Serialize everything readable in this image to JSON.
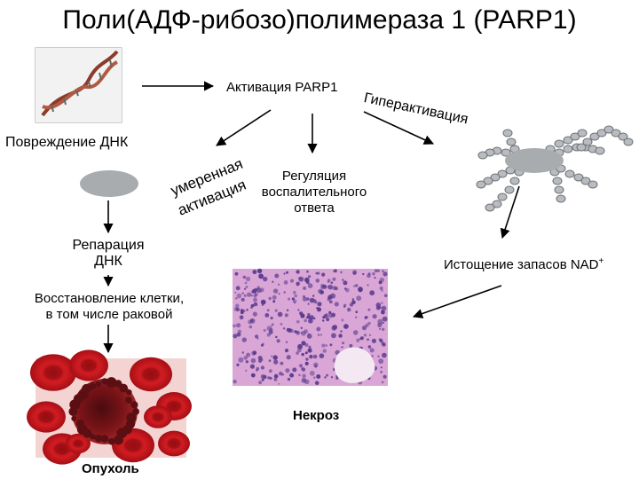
{
  "title": "Поли(АДФ-рибозо)полимераза 1 (PARP1)",
  "labels": {
    "activation": "Активация PARP1",
    "hyperactivation": "Гиперактивация",
    "dna_damage": "Повреждение ДНК",
    "moderate_line1": "умеренная",
    "moderate_line2": "активация",
    "inflammation": [
      "Регуляция",
      "воспалительного",
      "ответа"
    ],
    "repair": [
      "Репарация",
      "ДНК"
    ],
    "recovery": [
      "Восстановление клетки,",
      "в том числе раковой"
    ],
    "nad_depletion": "Истощение запасов NAD",
    "nad_sup": "+",
    "necrosis": "Некроз",
    "tumor": "Опухоль"
  },
  "colors": {
    "parp_ellipse": "#a9acaf",
    "bead": "#b8bcc0",
    "tissue_bg": "#d9a6d6",
    "tissue_nuclei": "#5b3c8e",
    "blood_cell": "#c8141b",
    "tumor_cell": "#7a1418"
  }
}
